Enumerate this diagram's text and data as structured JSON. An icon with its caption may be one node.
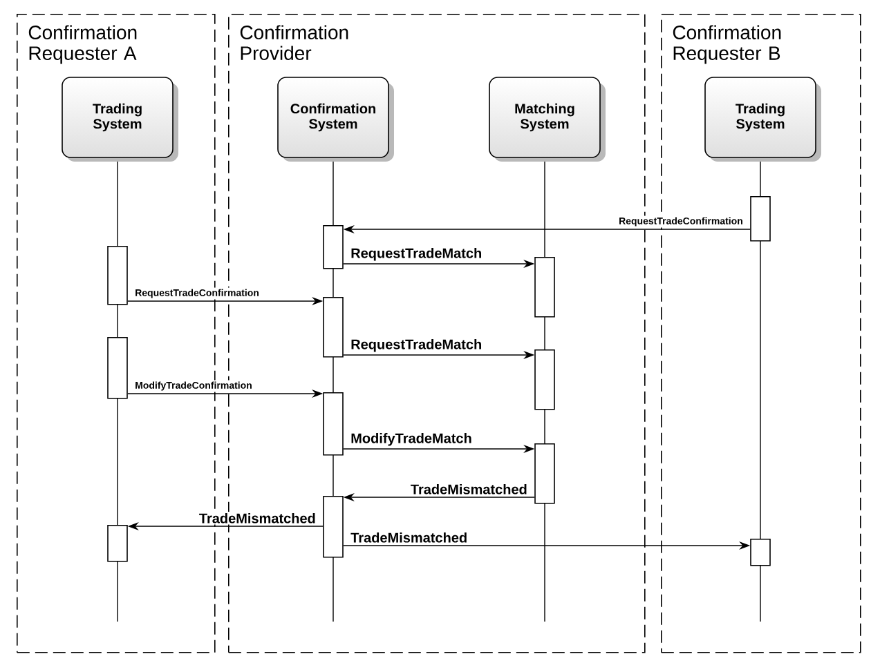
{
  "diagram": {
    "nodes": [
      {
        "text": [
          "Confirmation Requester A"
        ]
      },
      {
        "text": [
          "Confirmation Provider"
        ]
      },
      {
        "text": [
          "Confirmation Requester B"
        ]
      },
      {
        "text": [
          "Trading System"
        ],
        "in": 0
      },
      {
        "text": [
          "Confirmation System"
        ],
        "in": 1
      },
      {
        "text": [
          "Matching System"
        ],
        "in": 1
      },
      {
        "text": [
          "Trading System"
        ],
        "in": 2
      },
      {
        "text": [],
        "shape": "bar",
        "in": 0
      },
      {
        "text": [],
        "shape": "bar",
        "in": 0
      },
      {
        "text": [],
        "shape": "bar",
        "in": 0
      },
      {
        "text": [],
        "shape": "bar",
        "in": 1
      },
      {
        "text": [],
        "shape": "bar",
        "in": 1
      },
      {
        "text": [],
        "shape": "bar",
        "in": 1
      },
      {
        "text": [],
        "shape": "bar",
        "in": 1
      },
      {
        "text": [],
        "shape": "bar",
        "in": 1
      },
      {
        "text": [],
        "shape": "bar",
        "in": 1
      },
      {
        "text": [],
        "shape": "bar",
        "in": 1
      },
      {
        "text": [],
        "shape": "bar",
        "in": 2
      },
      {
        "text": [],
        "shape": "bar",
        "in": 2
      }
    ],
    "edges": [
      {
        "from": 17,
        "to": 10,
        "arrow": "to",
        "label": "RequestTradeConfirmation"
      },
      {
        "from": 10,
        "to": 14,
        "arrow": "to",
        "label": "RequestTradeMatch"
      },
      {
        "from": 7,
        "to": 11,
        "arrow": "to",
        "label": "RequestTradeConfirmation"
      },
      {
        "from": 11,
        "to": 15,
        "arrow": "to",
        "label": "RequestTradeMatch"
      },
      {
        "from": 8,
        "to": 12,
        "arrow": "to",
        "label": "ModifyTradeConfirmation"
      },
      {
        "from": 12,
        "to": 16,
        "arrow": "to",
        "label": "ModifyTradeMatch"
      },
      {
        "from": 16,
        "to": 13,
        "arrow": "to",
        "label": "TradeMismatched"
      },
      {
        "from": 13,
        "to": 9,
        "arrow": "to",
        "label": "TradeMismatched"
      },
      {
        "from": 13,
        "to": 18,
        "arrow": "to",
        "label": "TradeMismatched"
      }
    ]
  }
}
